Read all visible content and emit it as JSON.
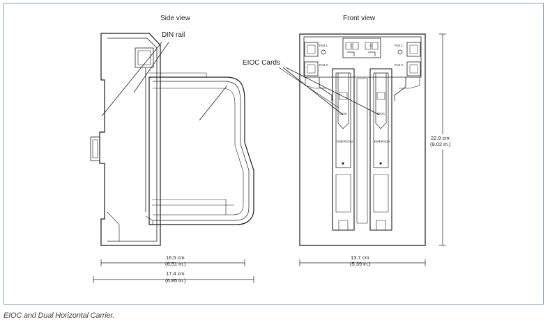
{
  "labels": {
    "side_view": "Side view",
    "front_view": "Front view",
    "din_rail": "DIN rail",
    "eioc_cards": "EIOC Cards"
  },
  "dimensions": {
    "side_inner_cm": "16.5 cm",
    "side_inner_in": "(6.51 in.)",
    "side_outer_cm": "17.4 cm",
    "side_outer_in": "(6.85 in.)",
    "front_width_cm": "13.7 cm",
    "front_width_in": "(5.39 in.)",
    "front_height_cm": "22.9 cm",
    "front_height_in": "(9.02 in.)"
  },
  "ports": {
    "port1_left": "Port 1",
    "port2_left": "Port 2",
    "port1_right": "Port 1",
    "port2_right": "Port 2",
    "mid_left": "1",
    "mid_right": "2"
  },
  "cards": {
    "card_a": "EIOC",
    "card_b": "EIOC",
    "brand": "EMERSON"
  },
  "caption": "EIOC and Dual Horizontal Carrier."
}
